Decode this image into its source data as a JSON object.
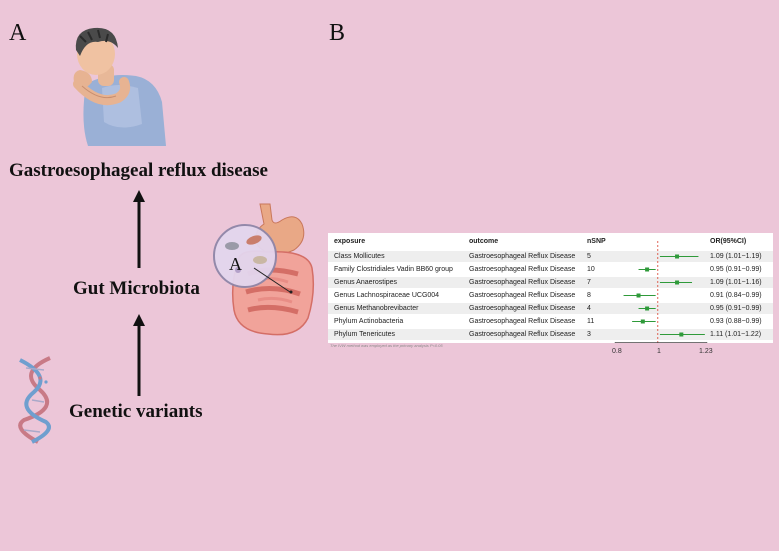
{
  "panel_a_label": "A",
  "panel_b_label": "B",
  "inset_label": "A",
  "flow": {
    "top": "Gastroesophageal reflux disease",
    "middle": "Gut Microbiota",
    "bottom": "Genetic variants"
  },
  "table": {
    "headers": {
      "exposure": "exposure",
      "outcome": "outcome",
      "nsnp": "nSNP",
      "or": "OR(95%CI)"
    },
    "rows": [
      {
        "exposure": "Class Mollicutes",
        "outcome": "Gastroesophageal Reflux Disease",
        "nsnp": "5",
        "or": "1.09 (1.01−1.19)"
      },
      {
        "exposure": "Family Clostridiales Vadin BB60 group",
        "outcome": "Gastroesophageal Reflux Disease",
        "nsnp": "10",
        "or": "0.95 (0.91−0.99)"
      },
      {
        "exposure": "Genus Anaerostipes",
        "outcome": "Gastroesophageal Reflux Disease",
        "nsnp": "7",
        "or": "1.09 (1.01−1.16)"
      },
      {
        "exposure": "Genus Lachnospiraceae UCG004",
        "outcome": "Gastroesophageal Reflux Disease",
        "nsnp": "8",
        "or": "0.91 (0.84−0.99)"
      },
      {
        "exposure": "Genus Methanobrevibacter",
        "outcome": "Gastroesophageal Reflux Disease",
        "nsnp": "4",
        "or": "0.95 (0.91−0.99)"
      },
      {
        "exposure": "Phylum Actinobacteria",
        "outcome": "Gastroesophageal Reflux Disease",
        "nsnp": "11",
        "or": "0.93 (0.88−0.99)"
      },
      {
        "exposure": "Phylum Tenericutes",
        "outcome": "Gastroesophageal Reflux Disease",
        "nsnp": "3",
        "or": "1.11 (1.01−1.22)"
      }
    ],
    "note": "The IVW method was employed as the primary analysis P<0.05",
    "axis_ticks": [
      "0.8",
      "1",
      "1.23"
    ]
  },
  "chart_data": {
    "type": "scatter",
    "title": "",
    "categories": [
      "Class Mollicutes",
      "Family Clostridiales Vadin BB60 group",
      "Genus Anaerostipes",
      "Genus Lachnospiraceae UCG004",
      "Genus Methanobrevibacter",
      "Phylum Actinobacteria",
      "Phylum Tenericutes"
    ],
    "or": [
      1.09,
      0.95,
      1.09,
      0.91,
      0.95,
      0.93,
      1.11
    ],
    "ci_low": [
      1.01,
      0.91,
      1.01,
      0.84,
      0.91,
      0.88,
      1.01
    ],
    "ci_high": [
      1.19,
      0.99,
      1.16,
      0.99,
      0.99,
      0.99,
      1.22
    ],
    "xlim": [
      0.8,
      1.23
    ],
    "xticks": [
      0.8,
      1,
      1.23
    ],
    "reference_line": 1,
    "marker_color": "#2f9a3a",
    "reference_color": "#d9402e"
  }
}
